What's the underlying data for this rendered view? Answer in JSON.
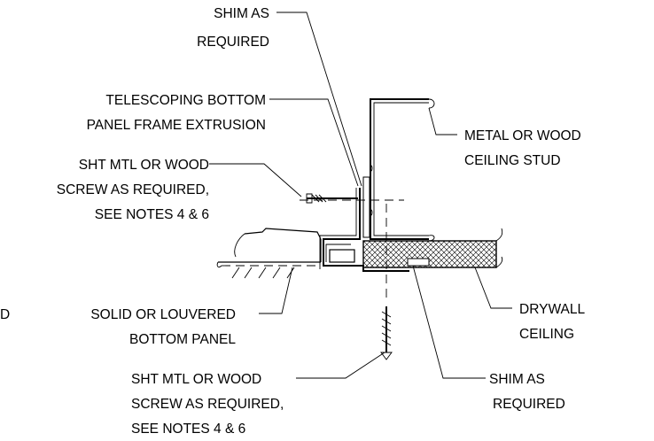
{
  "labels": {
    "shim_top_1": "SHIM AS",
    "shim_top_2": "REQUIRED",
    "telescoping_1": "TELESCOPING BOTTOM",
    "telescoping_2": "PANEL FRAME EXTRUSION",
    "screw_side_1": "SHT MTL OR WOOD",
    "screw_side_2": "SCREW AS REQUIRED,",
    "screw_side_3": "SEE NOTES 4 & 6",
    "metal_stud_1": "METAL OR WOOD",
    "metal_stud_2": "CEILING STUD",
    "edge_fragment": "D",
    "bottom_panel_1": "SOLID OR LOUVERED",
    "bottom_panel_2": "BOTTOM PANEL",
    "drywall_1": "DRYWALL",
    "drywall_2": "CEILING",
    "screw_bottom_1": "SHT MTL OR WOOD",
    "screw_bottom_2": "SCREW AS REQUIRED,",
    "screw_bottom_3": "SEE NOTES 4 & 6",
    "shim_bottom_1": "SHIM AS",
    "shim_bottom_2": "REQUIRED"
  }
}
